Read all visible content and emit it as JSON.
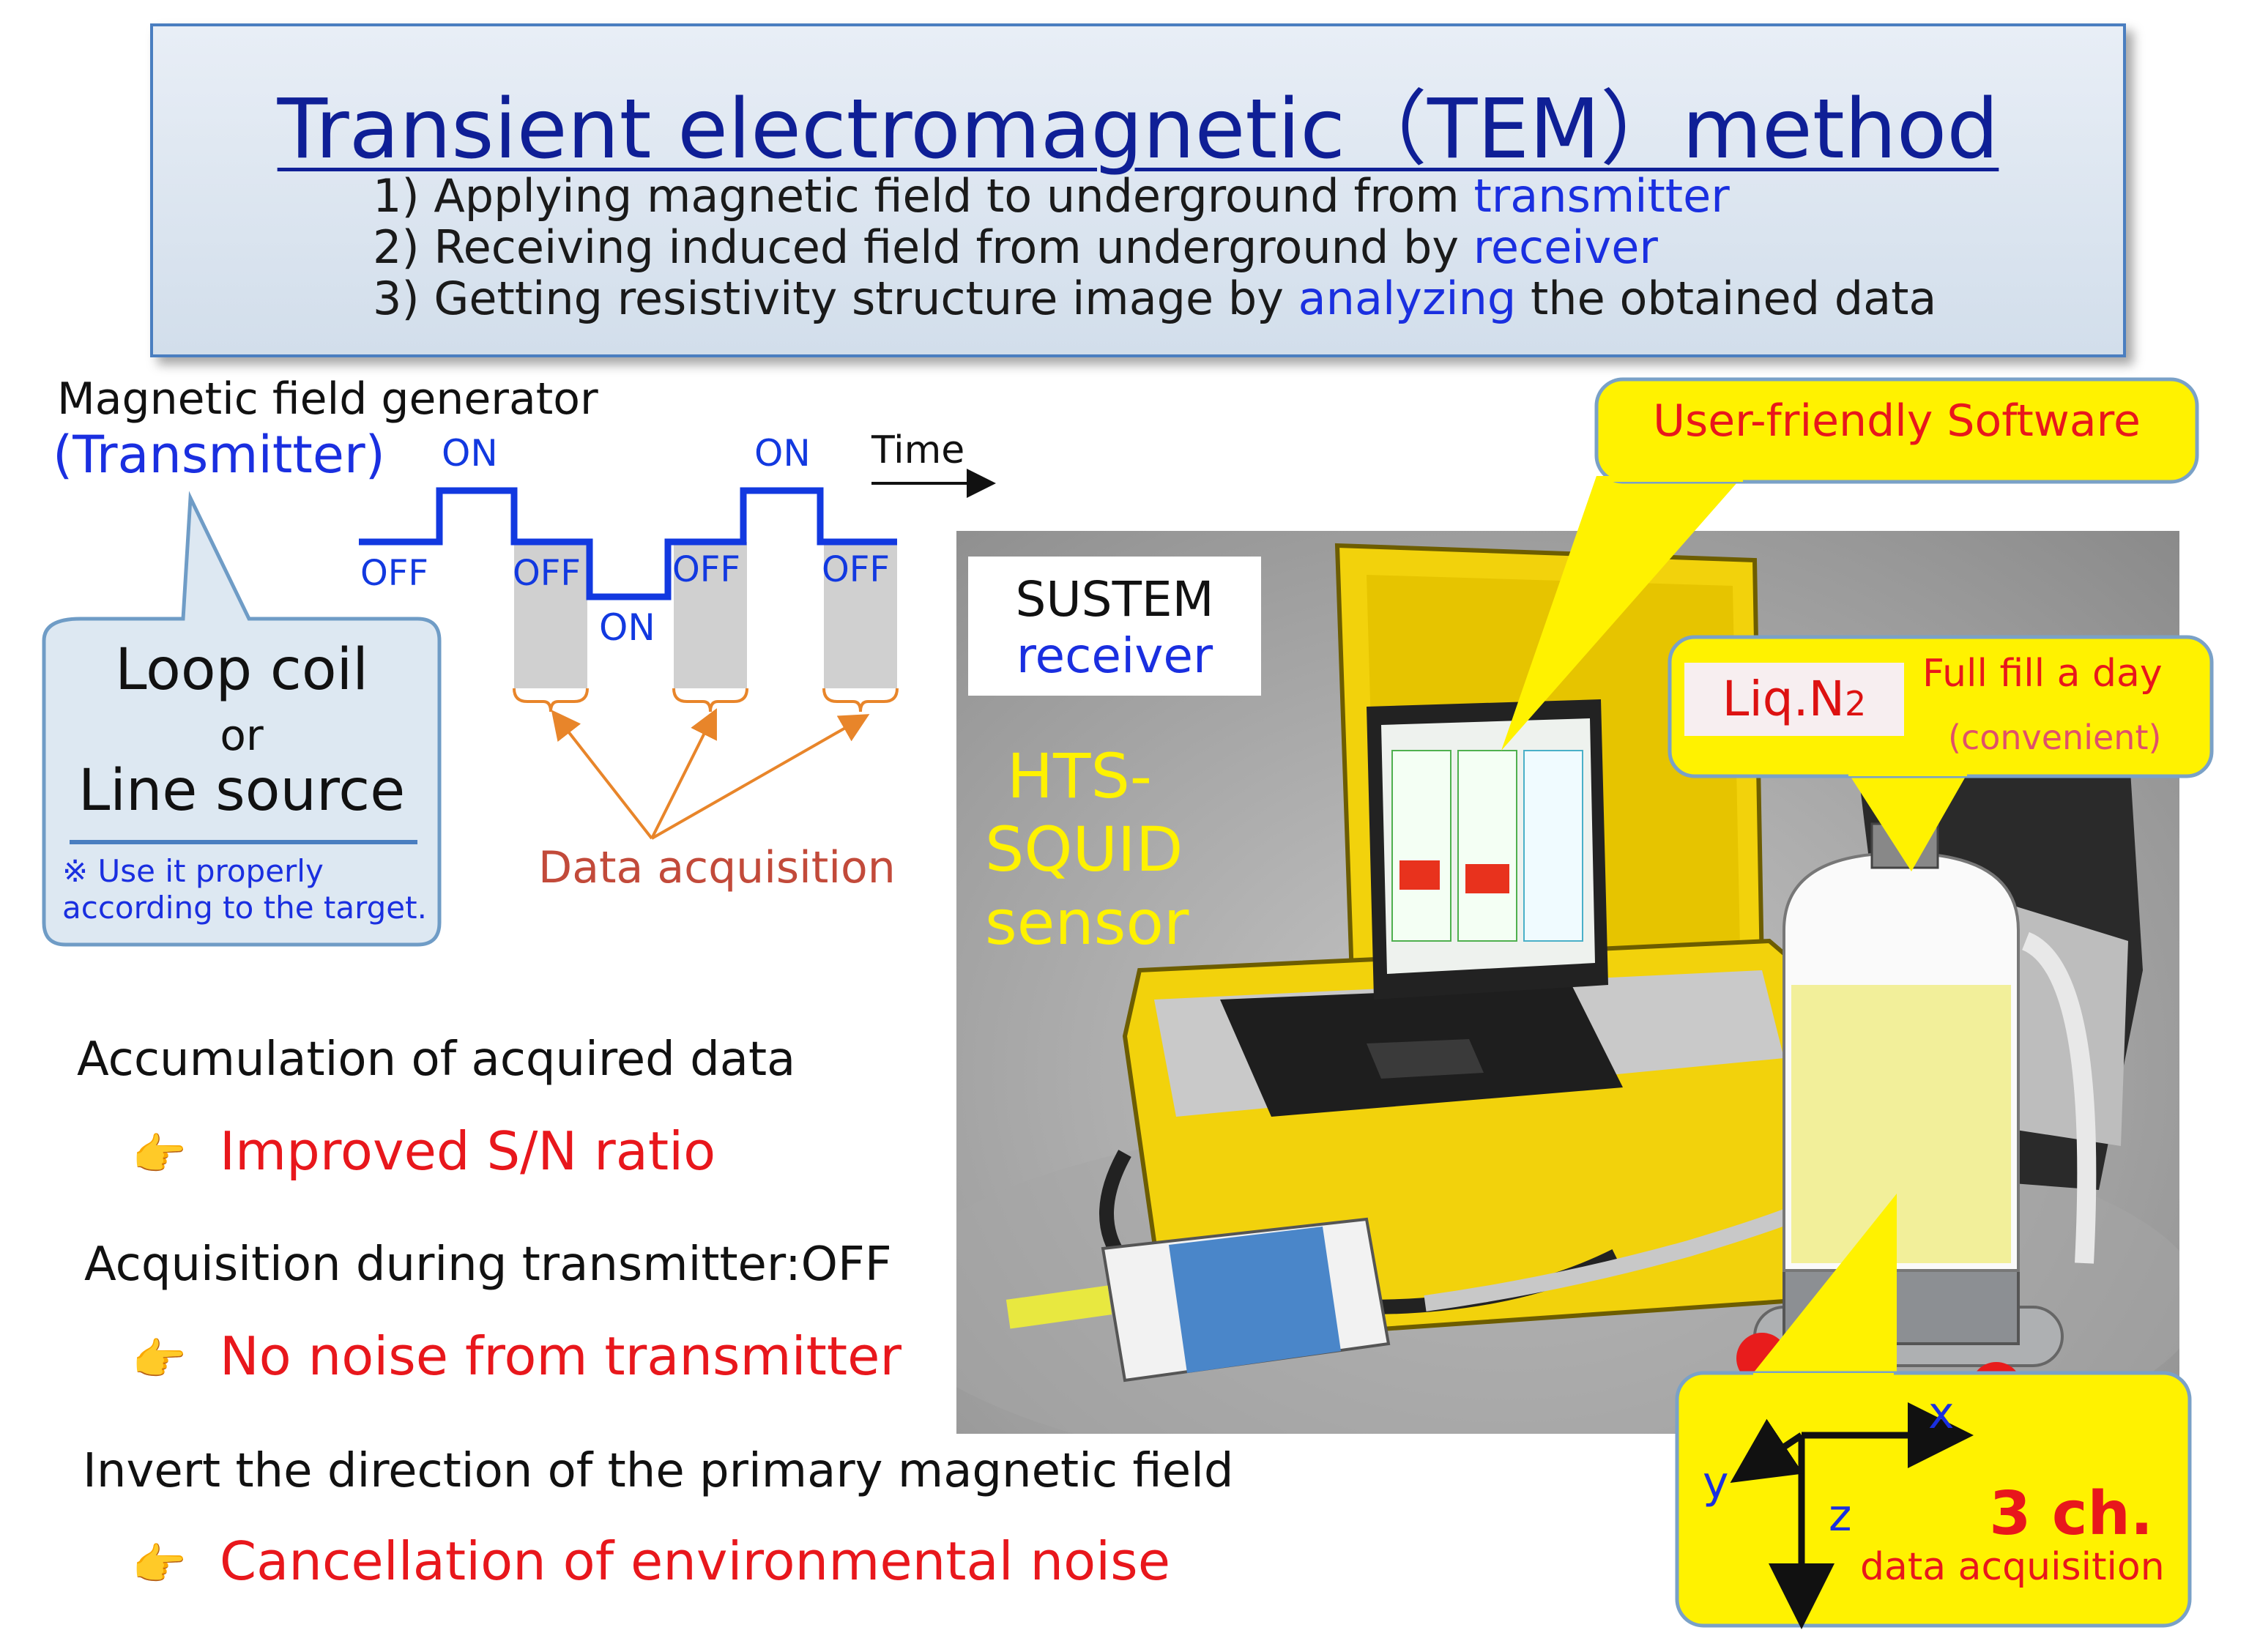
{
  "title": "Transient electromagnetic（TEM）method",
  "steps": [
    {
      "pre": "1) Applying magnetic field to underground from ",
      "hl": "transmitter",
      "post": ""
    },
    {
      "pre": "2) Receiving induced field from underground by ",
      "hl": "receiver",
      "post": ""
    },
    {
      "pre": "3) Getting resistivity structure image by ",
      "hl": "analyzing",
      "post": " the obtained data"
    }
  ],
  "transmitter": {
    "heading": "Magnetic field generator",
    "name": "(Transmitter)",
    "bubble_line1": "Loop coil",
    "bubble_or": "or",
    "bubble_line2": "Line source",
    "bubble_note1": "※ Use it properly",
    "bubble_note2": "according to the target."
  },
  "waveform": {
    "on_labels": [
      "ON",
      "ON",
      "ON"
    ],
    "off_labels": [
      "OFF",
      "OFF",
      "OFF",
      "OFF"
    ],
    "time_label": "Time",
    "acquisition_label": "Data acquisition"
  },
  "benefits": [
    {
      "condition": "Accumulation of acquired data",
      "result": "Improved S/N ratio"
    },
    {
      "condition": "Acquisition during transmitter:OFF",
      "result": "No noise from transmitter"
    },
    {
      "condition": "Invert the direction of the primary magnetic field",
      "result": "Cancellation of environmental noise"
    }
  ],
  "receiver": {
    "label1": "SUSTEM",
    "label2": "receiver",
    "sensor_label": [
      "HTS-",
      "SQUID",
      "sensor"
    ],
    "software_callout": "User-friendly Software",
    "liqn2_main": "Liq.N",
    "liqn2_sub": "2",
    "fill_line1": "Full fill a day",
    "fill_line2": "(convenient)",
    "axes": {
      "x": "x",
      "y": "y",
      "z": "z"
    },
    "channels": "3 ch.",
    "channels_sub": "data acquisition"
  },
  "colors": {
    "title": "#0f1f96",
    "highlight_blue": "#1a2fe0",
    "result_red": "#e8171c",
    "waveform_blue": "#1239e0",
    "arrow_orange": "#e8852a",
    "callout_yellow": "#fff200"
  }
}
